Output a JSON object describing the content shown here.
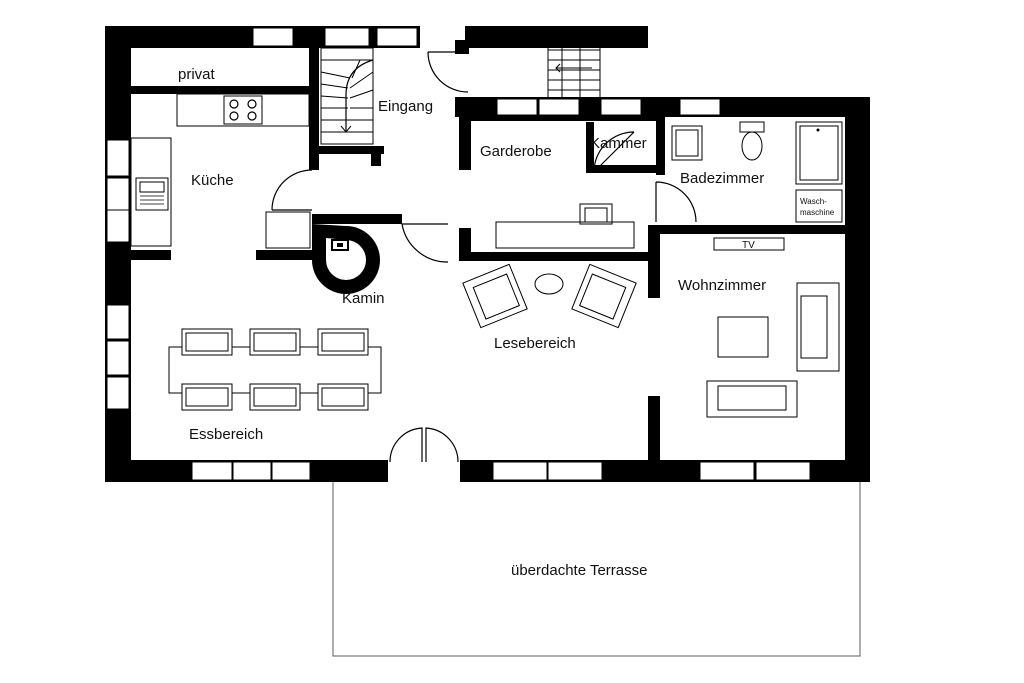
{
  "rooms": {
    "privat": "privat",
    "eingang": "Eingang",
    "kueche": "Küche",
    "garderobe": "Garderobe",
    "kammer": "Kammer",
    "badezimmer": "Badezimmer",
    "waschmaschine_line1": "Wasch-",
    "waschmaschine_line2": "maschine",
    "tv": "TV",
    "kamin": "Kamin",
    "wohnzimmer": "Wohnzimmer",
    "lesebereich": "Lesebereich",
    "essbereich": "Essbereich",
    "terrasse": "überdachte Terrasse"
  }
}
